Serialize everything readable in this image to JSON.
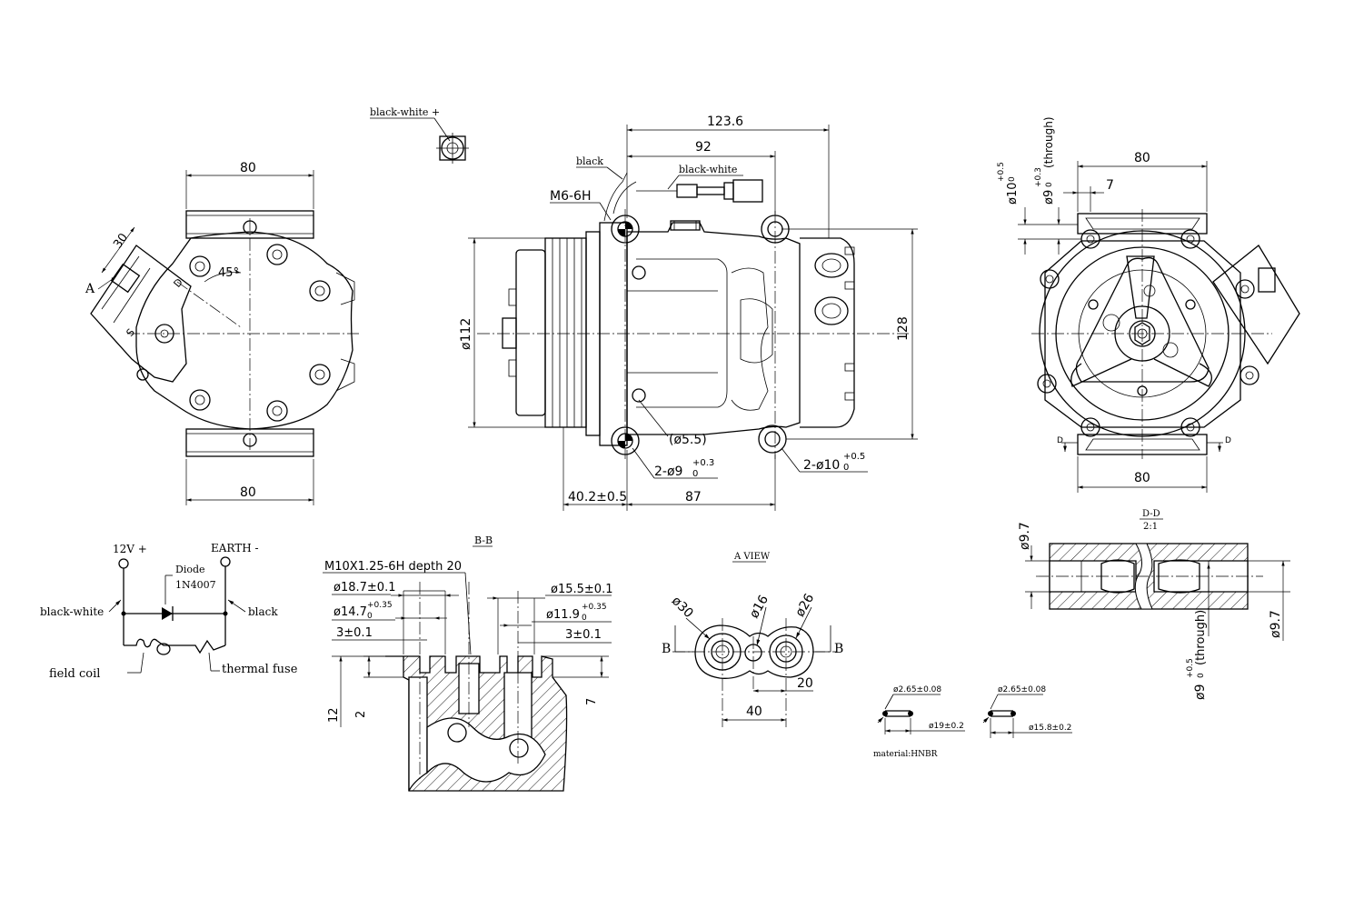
{
  "front_view": {
    "top_width": "80",
    "bottom_width": "80",
    "offset": "30",
    "angle": "45°",
    "view_letter": "A",
    "letter_d": "D",
    "letter_s": "S"
  },
  "connector": {
    "label": "black-white +"
  },
  "side_view": {
    "overall_length": "123.6",
    "length_92": "92",
    "wire_black": "black",
    "wire_black_white": "black-white",
    "thread": "M6-6H",
    "pulley_dia": "ø112",
    "height": "128",
    "hole_small": "(ø5.5)",
    "holes_9": "2-ø9",
    "holes_9_tol_upper": "+0.3",
    "holes_9_tol_lower": "0",
    "holes_10": "2-ø10",
    "holes_10_tol_upper": "+0.5",
    "holes_10_tol_lower": "0",
    "pulley_offset": "40.2±0.5",
    "mount_spacing": "87"
  },
  "rear_view": {
    "top_width": "80",
    "bottom_width": "80",
    "inner_offset": "7",
    "hole_10": "ø10",
    "hole_10_tol_upper": "+0.5",
    "hole_10_tol_lower": "0",
    "hole_9": "ø9",
    "hole_9_tol_upper": "+0.3",
    "hole_9_tol_lower": "0",
    "hole_9_note": "(through)",
    "section_letter": "D"
  },
  "wiring": {
    "pos_12v": "12V +",
    "earth": "EARTH -",
    "diode": "Diode",
    "diode_part": "1N4007",
    "black_white": "black-white",
    "black": "black",
    "field_coil": "field coil",
    "thermal_fuse": "thermal fuse"
  },
  "section_bb": {
    "title": "B-B",
    "thread_note": "M10X1.25-6H depth 20",
    "d18": "ø18.7±0.1",
    "d14": "ø14.7",
    "d14_tol_upper": "+0.35",
    "d14_tol_lower": "0",
    "depth_left": "3±0.1",
    "d15": "ø15.5±0.1",
    "d11": "ø11.9",
    "d11_tol_upper": "+0.35",
    "d11_tol_lower": "0",
    "depth_right": "3±0.1",
    "h12": "12",
    "h2": "2",
    "h7": "7"
  },
  "a_view": {
    "title": "A VIEW",
    "d30": "ø30",
    "d16": "ø16",
    "d26": "ø26",
    "section_b": "B",
    "spacing_40": "40",
    "spacing_20": "20"
  },
  "section_dd": {
    "title": "D-D",
    "scale": "2:1",
    "d9_7_left": "ø9.7",
    "d9_7_right": "ø9.7",
    "d9": "ø9",
    "d9_tol_upper": "+0.5",
    "d9_tol_lower": "0",
    "d9_note": "(through)"
  },
  "orings": {
    "left_section": "ø2.65±0.08",
    "left_id": "ø19±0.2",
    "right_section": "ø2.65±0.08",
    "right_id": "ø15.8±0.2",
    "material": "material:HNBR"
  }
}
